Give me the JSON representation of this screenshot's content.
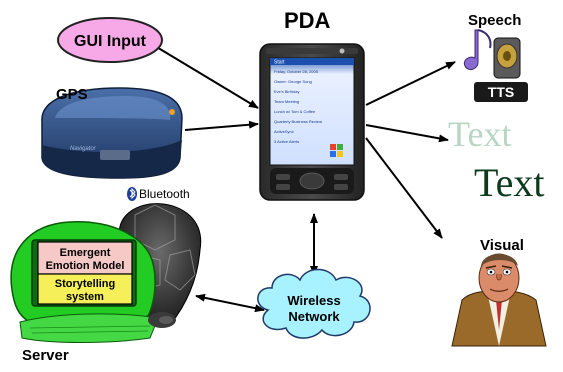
{
  "diagram": {
    "title": "PDA",
    "nodes": {
      "gui_input": "GUI Input",
      "gps": "GPS",
      "bluetooth": "Bluetooth",
      "speech": "Speech",
      "tts": "TTS",
      "text_light": "Text",
      "text_dark": "Text",
      "visual": "Visual",
      "server": "Server",
      "emotion_model": [
        "Emergent",
        "Emotion Model"
      ],
      "storytelling": [
        "Storytelling",
        "system"
      ],
      "wireless": [
        "Wireless",
        "Network"
      ]
    },
    "pda_screen": {
      "app": "Start",
      "date": "Friday, October 28, 2005",
      "items": [
        "Owner: George Song",
        "Eve's Birthday",
        "Team Meeting",
        "Lunch w/ Tom & Coffee",
        "Quarterly Business Review",
        "ActiveSync",
        "3 Active Alerts"
      ]
    },
    "colors": {
      "gui_input_fill": "#f7a8e6",
      "emotion_fill": "#f6c8c6",
      "storytelling_fill": "#f5ef5a",
      "cloud_fill": "#a8f2ff",
      "server_green": "#22cc22",
      "arrow": "#000000"
    }
  }
}
